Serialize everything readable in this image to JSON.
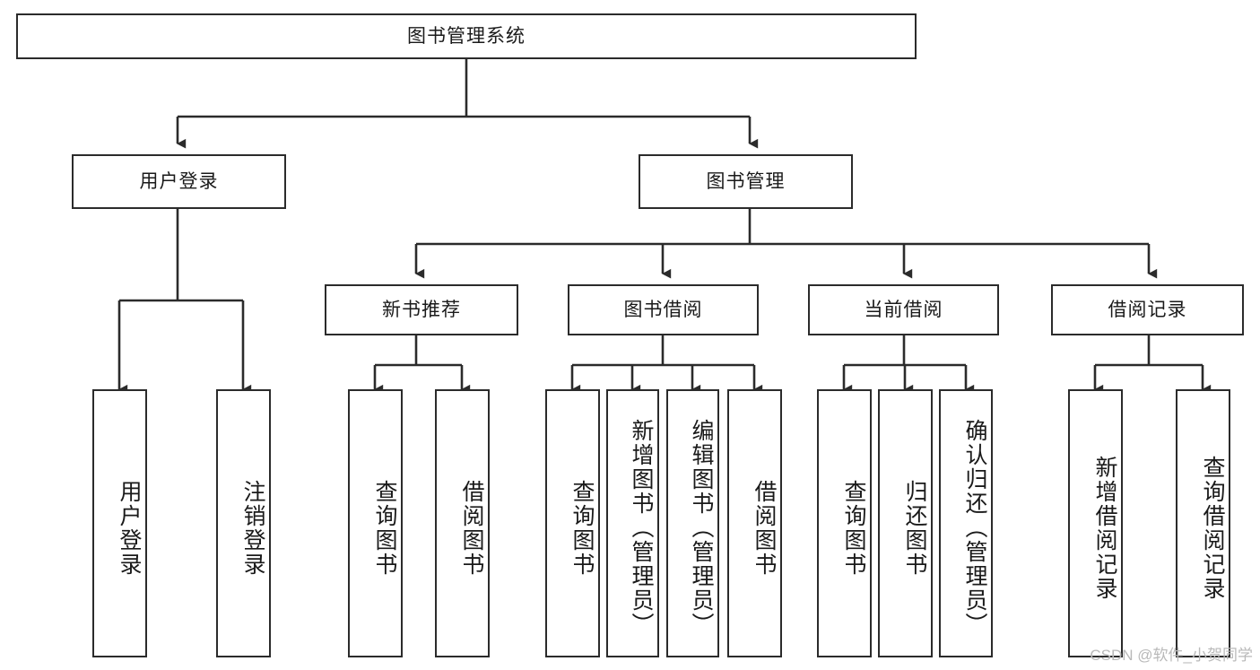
{
  "diagram": {
    "type": "tree-hierarchy",
    "title": "图书管理系统",
    "watermark": "CSDN @软件_小贺同学",
    "colors": {
      "stroke": "#2b2b2b",
      "fill": "#ffffff",
      "text": "#1a1a1a",
      "watermark": "#b9b9b9"
    },
    "nodes": {
      "root": {
        "label": "图书管理系统",
        "orientation": "horizontal",
        "level": 1
      },
      "l2": [
        {
          "id": "user-login",
          "label": "用户登录",
          "orientation": "horizontal",
          "level": 2
        },
        {
          "id": "book-manage",
          "label": "图书管理",
          "orientation": "horizontal",
          "level": 2
        }
      ],
      "l3": [
        {
          "id": "new-book-recommend",
          "label": "新书推荐",
          "orientation": "horizontal",
          "level": 3,
          "parent": "book-manage"
        },
        {
          "id": "book-borrow",
          "label": "图书借阅",
          "orientation": "horizontal",
          "level": 3,
          "parent": "book-manage"
        },
        {
          "id": "current-borrow",
          "label": "当前借阅",
          "orientation": "horizontal",
          "level": 3,
          "parent": "book-manage"
        },
        {
          "id": "borrow-record",
          "label": "借阅记录",
          "orientation": "horizontal",
          "level": 3,
          "parent": "book-manage"
        }
      ],
      "leaves": [
        {
          "id": "leaf-user-login",
          "label": "用户登录",
          "orientation": "vertical",
          "parent": "user-login"
        },
        {
          "id": "leaf-logout-login",
          "label": "注销登录",
          "orientation": "vertical",
          "parent": "user-login"
        },
        {
          "id": "leaf-query-book-1",
          "label": "查询图书",
          "orientation": "vertical",
          "parent": "new-book-recommend"
        },
        {
          "id": "leaf-borrow-book-1",
          "label": "借阅图书",
          "orientation": "vertical",
          "parent": "new-book-recommend"
        },
        {
          "id": "leaf-query-book-2",
          "label": "查询图书",
          "orientation": "vertical",
          "parent": "book-borrow"
        },
        {
          "id": "leaf-add-book",
          "label": "新增图书（管理员）",
          "orientation": "vertical",
          "parent": "book-borrow"
        },
        {
          "id": "leaf-edit-book",
          "label": "编辑图书（管理员）",
          "orientation": "vertical",
          "parent": "book-borrow"
        },
        {
          "id": "leaf-borrow-book-2",
          "label": "借阅图书",
          "orientation": "vertical",
          "parent": "book-borrow"
        },
        {
          "id": "leaf-query-book-3",
          "label": "查询图书",
          "orientation": "vertical",
          "parent": "current-borrow"
        },
        {
          "id": "leaf-return-book",
          "label": "归还图书",
          "orientation": "vertical",
          "parent": "current-borrow"
        },
        {
          "id": "leaf-confirm-return",
          "label": "确认归还（管理员）",
          "orientation": "vertical",
          "parent": "current-borrow"
        },
        {
          "id": "leaf-add-record",
          "label": "新增借阅记录",
          "orientation": "vertical",
          "parent": "borrow-record"
        },
        {
          "id": "leaf-query-record",
          "label": "查询借阅记录",
          "orientation": "vertical",
          "parent": "borrow-record"
        }
      ]
    }
  }
}
